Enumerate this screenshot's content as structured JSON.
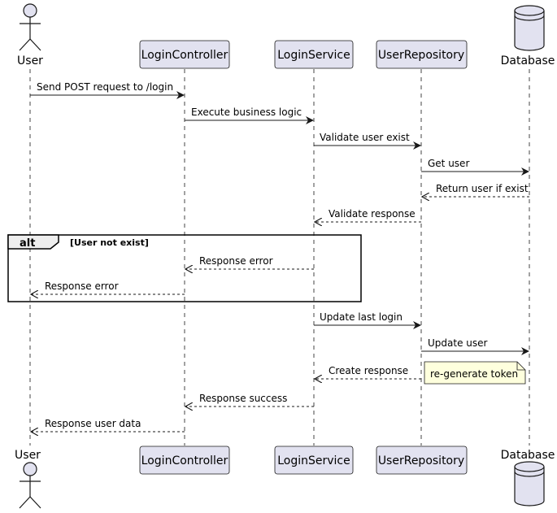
{
  "participants": {
    "user": "User",
    "login_controller": "LoginController",
    "login_service": "LoginService",
    "user_repository": "UserRepository",
    "database": "Database"
  },
  "messages": {
    "m1": "Send POST request to /login",
    "m2": "Execute business logic",
    "m3": "Validate user exist",
    "m4": "Get user",
    "m5": "Return user if exist",
    "m6": "Validate response",
    "m7": "Response error",
    "m8": "Response error",
    "m9": "Update last login",
    "m10": "Update user",
    "m11": "Create response",
    "m12": "Response success",
    "m13": "Response user data"
  },
  "alt": {
    "keyword": "alt",
    "condition": "[User not exist]"
  },
  "note": "re-generate token",
  "colors": {
    "participant_fill": "#E2E2F0",
    "participant_border": "#181818",
    "lifeline": "#181818",
    "note_fill": "#FEFFDD",
    "alt_header_fill": "#EEEEEE"
  }
}
